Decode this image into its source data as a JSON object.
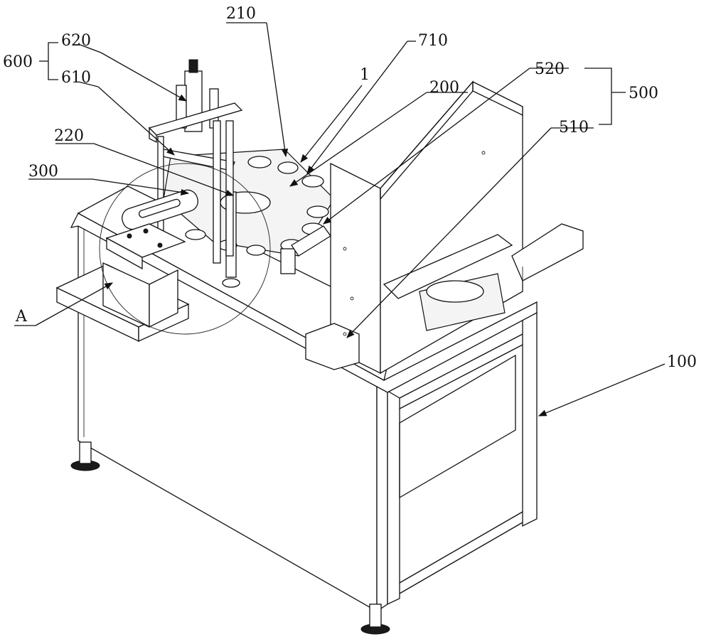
{
  "figure": {
    "labels": {
      "l600": "600",
      "l620": "620",
      "l610": "610",
      "l220": "220",
      "l300": "300",
      "lA": "A",
      "l210": "210",
      "l1": "1",
      "l710": "710",
      "l200": "200",
      "l520": "520",
      "l510": "510",
      "l500": "500",
      "l100": "100"
    }
  }
}
